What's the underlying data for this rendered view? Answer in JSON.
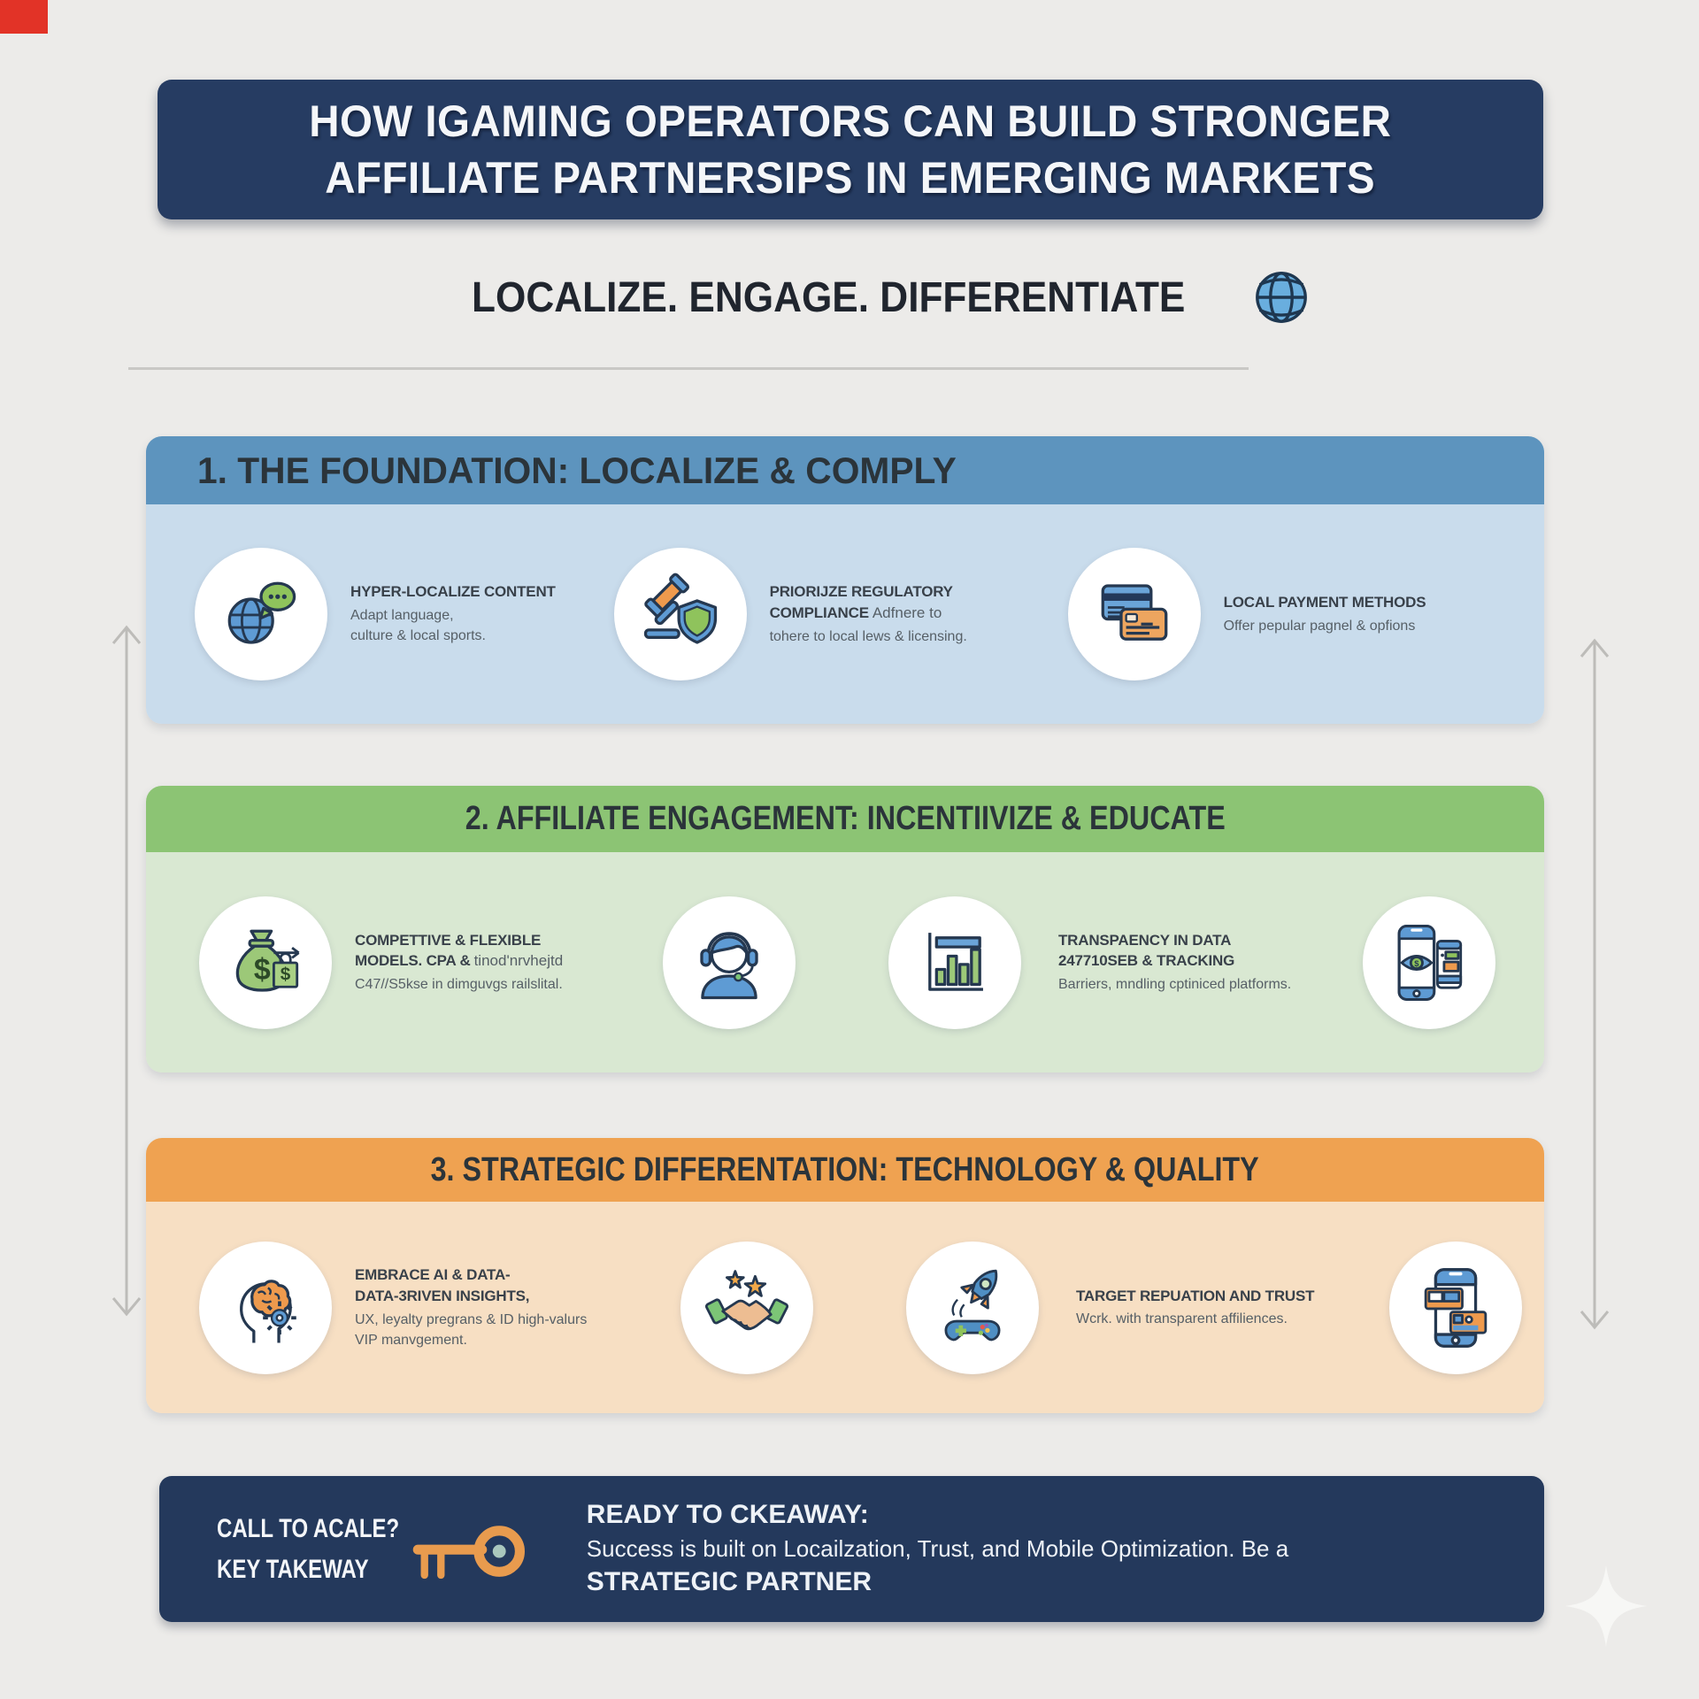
{
  "colors": {
    "background": "#ecebe9",
    "banner_navy": "#263c62",
    "section1_header": "#5d94be",
    "section1_body": "#c9dcec",
    "section2_header": "#8cc474",
    "section2_body": "#d9e8d2",
    "section3_header": "#efa251",
    "section3_body": "#f7dfc3",
    "corner_mark": "#e23327",
    "key_orange": "#e89b4e"
  },
  "header": {
    "title_line1": "HOW IGAMING OPERATORS CAN BUILD STRONGER",
    "title_line2": "AFFILIATE PARTNERSIPS IN EMERGING MARKETS"
  },
  "subtitle": {
    "text": "LOCALIZE. ENGAGE. DIFFERENTIATE",
    "icon": "globe-icon"
  },
  "sections": [
    {
      "title": "1. THE FOUNDATION: LOCALIZE & COMPLY",
      "items": [
        {
          "icon": "globe-chat-icon",
          "title": "HYPER-LOCALIZE CONTENT",
          "title_suffix": "",
          "desc": "Adapt language,\nculture & local sports."
        },
        {
          "icon": "gavel-shield-icon",
          "title": "PRIORIJZE REGULATORY\nCOMPLIANCE",
          "title_suffix": "Adfnere to",
          "desc": "tohere to local lews & licensing."
        },
        {
          "icon": "payment-cards-icon",
          "title": "LOCAL PAYMENT METHODS",
          "title_suffix": "",
          "desc": "Offer pepular pagnel & opfions"
        }
      ]
    },
    {
      "title": "2. AFFILIATE ENGAGEMENT: INCENTIIVIZE & EDUCATE",
      "items": [
        {
          "icon": "money-bag-icon",
          "title": "COMPETTIVE & FLEXIBLE\nMODELS. CPA &",
          "title_suffix": "tinod'nrvhejtd",
          "desc": "C47//S5kse in dimguvgs railslital."
        },
        {
          "icon": "support-agent-icon"
        },
        {
          "icon": "bar-chart-icon"
        },
        {
          "icon": "phone-eye-icon",
          "title": "TRANSPAENCY IN DATA\n247710SEB & TRACKING",
          "title_suffix": "",
          "desc": "Barriers, mndling cptiniced platforms."
        }
      ]
    },
    {
      "title": "3. STRATEGIC DIFFERENTATION: TECHNOLOGY & QUALITY",
      "items": [
        {
          "icon": "ai-head-icon",
          "title": "EMBRACE AI & DATA-\nDATA-3RIVEN INSIGHTS,",
          "title_suffix": "",
          "desc": "UX, leyalty pregrans & ID high-valurs\nVIP manvgement."
        },
        {
          "icon": "handshake-icon"
        },
        {
          "icon": "rocket-controller-icon"
        },
        {
          "icon": "phone-cards-icon",
          "title": "TARGET REPUATION AND TRUST",
          "title_suffix": "",
          "desc": "Wcrk. with transparent affiliences."
        }
      ]
    }
  ],
  "footer": {
    "call_line1": "CALL TO ACALE?",
    "call_line2": "KEY TAKEWAY",
    "icon": "key-icon",
    "ready_title": "READY TO CKEAWAY:",
    "ready_body": "Success is built on Locailzation, Trust, and Mobile Optimization. Be a",
    "ready_bold": "STRATEGIC PARTNER"
  },
  "decor": {
    "left": "vertical-double-arrow",
    "right": "vertical-double-arrow",
    "bottom_right": "sparkle-shape",
    "top_left": "red-corner-mark"
  }
}
